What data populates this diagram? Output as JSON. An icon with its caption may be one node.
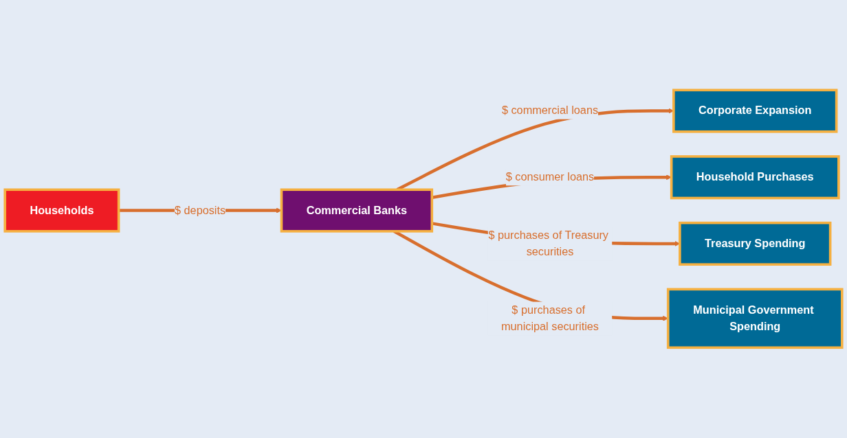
{
  "diagram": {
    "nodes": [
      {
        "text": [
          "Households"
        ]
      },
      {
        "text": [
          "Commercial Banks"
        ]
      },
      {
        "text": [
          "Corporate Expansion"
        ]
      },
      {
        "text": [
          "Household Purchases"
        ]
      },
      {
        "text": [
          "Treasury Spending"
        ]
      },
      {
        "text": [
          "Municipal Government Spending"
        ]
      }
    ],
    "edges": [
      {
        "from": 0,
        "to": 1,
        "arrow": "to",
        "label": "$ deposits"
      },
      {
        "from": 1,
        "to": 2,
        "arrow": "to",
        "label": "$ commercial loans"
      },
      {
        "from": 1,
        "to": 3,
        "arrow": "to",
        "label": "$ consumer loans"
      },
      {
        "from": 1,
        "to": 4,
        "arrow": "to",
        "label": "$ purchases of Treasury securities"
      },
      {
        "from": 1,
        "to": 5,
        "arrow": "to",
        "label": "$ purchases of municipal securities"
      }
    ]
  }
}
